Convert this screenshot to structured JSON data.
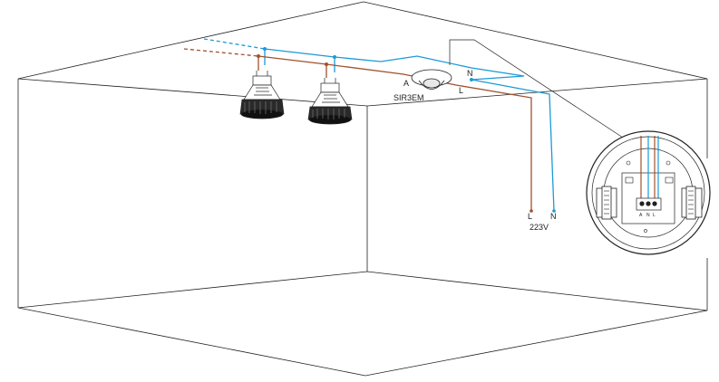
{
  "sensor": {
    "model": "SIR3EM",
    "terminal_a": "A",
    "terminal_n": "N",
    "terminal_l": "L"
  },
  "supply": {
    "live_label": "L",
    "neutral_label": "N",
    "voltage": "223V"
  },
  "detail": {
    "terminal_a": "A",
    "terminal_n": "N",
    "terminal_l": "L"
  },
  "colors": {
    "live_wire": "#a0522d",
    "neutral_wire": "#1b9ad6",
    "outline": "#222222"
  },
  "icons": [
    "gu10-bulb-icon",
    "ceiling-sensor-icon",
    "sensor-detail-icon"
  ]
}
